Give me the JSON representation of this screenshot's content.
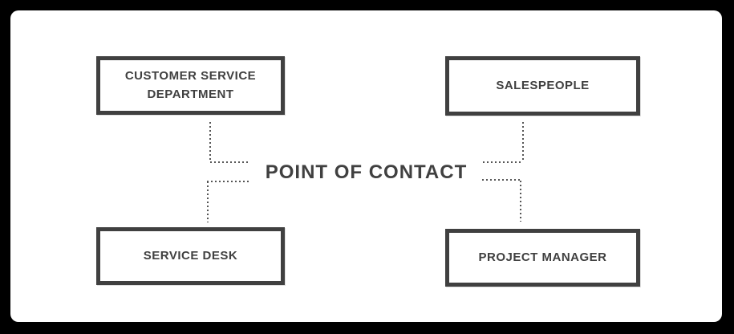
{
  "colors": {
    "page_bg": "#000000",
    "panel_bg": "#ffffff",
    "box_border": "#404040",
    "text": "#404040",
    "connector": "#555555"
  },
  "diagram": {
    "title": "POINT OF CONTACT",
    "nodes": [
      {
        "id": "customer-service-department",
        "label": "CUSTOMER SERVICE DEPARTMENT",
        "position": "top-left"
      },
      {
        "id": "salespeople",
        "label": "SALESPEOPLE",
        "position": "top-right"
      },
      {
        "id": "service-desk",
        "label": "SERVICE DESK",
        "position": "bottom-left"
      },
      {
        "id": "project-manager",
        "label": "PROJECT MANAGER",
        "position": "bottom-right"
      }
    ],
    "connections": [
      {
        "from": "customer-service-department",
        "to": "point-of-contact",
        "style": "dotted-elbow"
      },
      {
        "from": "salespeople",
        "to": "point-of-contact",
        "style": "dotted-elbow"
      },
      {
        "from": "point-of-contact",
        "to": "service-desk",
        "style": "dotted-elbow"
      },
      {
        "from": "point-of-contact",
        "to": "project-manager",
        "style": "dotted-elbow"
      }
    ]
  }
}
